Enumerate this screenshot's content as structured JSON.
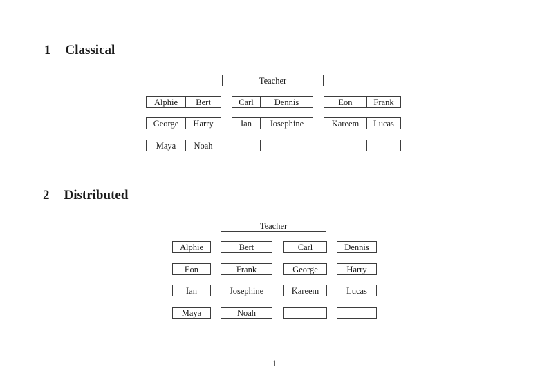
{
  "page": {
    "footer_page_number": "1"
  },
  "classical": {
    "heading_number": "1",
    "heading_title": "Classical",
    "teacher_label": "Teacher",
    "rows": [
      [
        {
          "left": "Alphie",
          "right": "Bert"
        },
        {
          "left": "Carl",
          "right": "Dennis"
        },
        {
          "left": "Eon",
          "right": "Frank"
        }
      ],
      [
        {
          "left": "George",
          "right": "Harry"
        },
        {
          "left": "Ian",
          "right": "Josephine"
        },
        {
          "left": "Kareem",
          "right": "Lucas"
        }
      ],
      [
        {
          "left": "Maya",
          "right": "Noah"
        },
        {
          "left": "",
          "right": ""
        },
        {
          "left": "",
          "right": ""
        }
      ]
    ]
  },
  "distributed": {
    "heading_number": "2",
    "heading_title": "Distributed",
    "teacher_label": "Teacher",
    "rows": [
      [
        "Alphie",
        "Bert",
        "Carl",
        "Dennis"
      ],
      [
        "Eon",
        "Frank",
        "George",
        "Harry"
      ],
      [
        "Ian",
        "Josephine",
        "Kareem",
        "Lucas"
      ],
      [
        "Maya",
        "Noah",
        "",
        ""
      ]
    ]
  }
}
